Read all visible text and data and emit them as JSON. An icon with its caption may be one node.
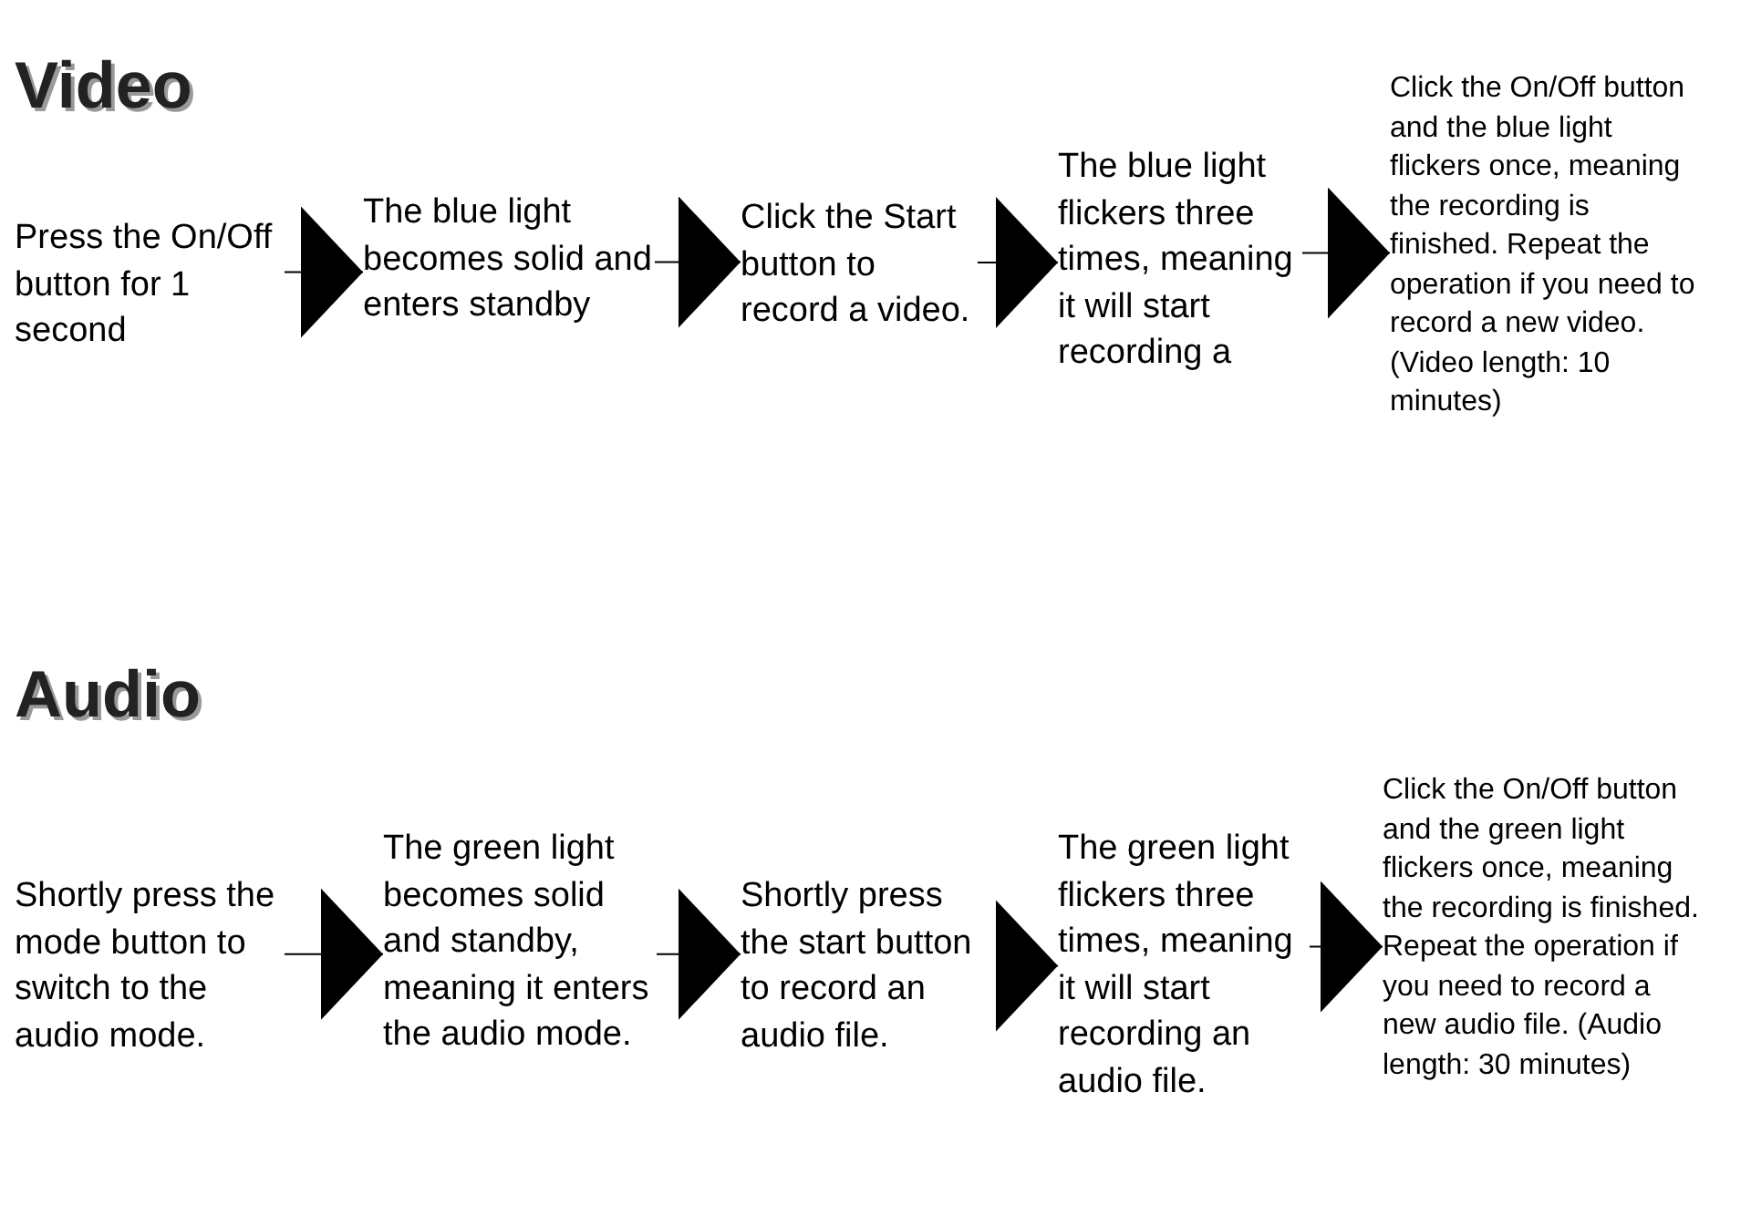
{
  "diagram": {
    "nodes": [
      {
        "text": [
          "Press the On/Off button for 1 second"
        ]
      },
      {
        "text": [
          "The blue light becomes solid and enters standby"
        ]
      },
      {
        "text": [
          "Click the Start button to record a video."
        ]
      },
      {
        "text": [
          "The blue light flickers three times, meaning it will start recording a"
        ]
      },
      {
        "text": [
          "Click the On/Off button and the blue light flickers once, meaning the recording is finished. Repeat the operation if you need to record a new video. (Video length: 10 minutes)"
        ]
      },
      {
        "text": [
          "Shortly press the mode button to switch to the audio mode."
        ]
      },
      {
        "text": [
          "The green light becomes solid and standby, meaning it enters the audio mode."
        ]
      },
      {
        "text": [
          "Shortly press the start button to record an audio file."
        ]
      },
      {
        "text": [
          "The green light flickers three times, meaning it will start recording an audio file."
        ]
      },
      {
        "text": [
          "Click the On/Off button and the green light flickers once, meaning the recording is finished. Repeat the operation if you need to record a new audio file. (Audio length: 30 minutes)"
        ]
      }
    ],
    "edges": [
      {
        "from": 0,
        "to": 1,
        "arrow": "to"
      },
      {
        "from": 1,
        "to": 2,
        "arrow": "to"
      },
      {
        "from": 2,
        "to": 3,
        "arrow": "to"
      },
      {
        "from": 3,
        "to": 4,
        "arrow": "to"
      },
      {
        "from": 5,
        "to": 6,
        "arrow": "to"
      },
      {
        "from": 6,
        "to": 7,
        "arrow": "to"
      },
      {
        "from": 7,
        "to": 8,
        "arrow": "to"
      },
      {
        "from": 8,
        "to": 9,
        "arrow": "to"
      }
    ],
    "labels": [
      "Video",
      "Audio"
    ]
  }
}
